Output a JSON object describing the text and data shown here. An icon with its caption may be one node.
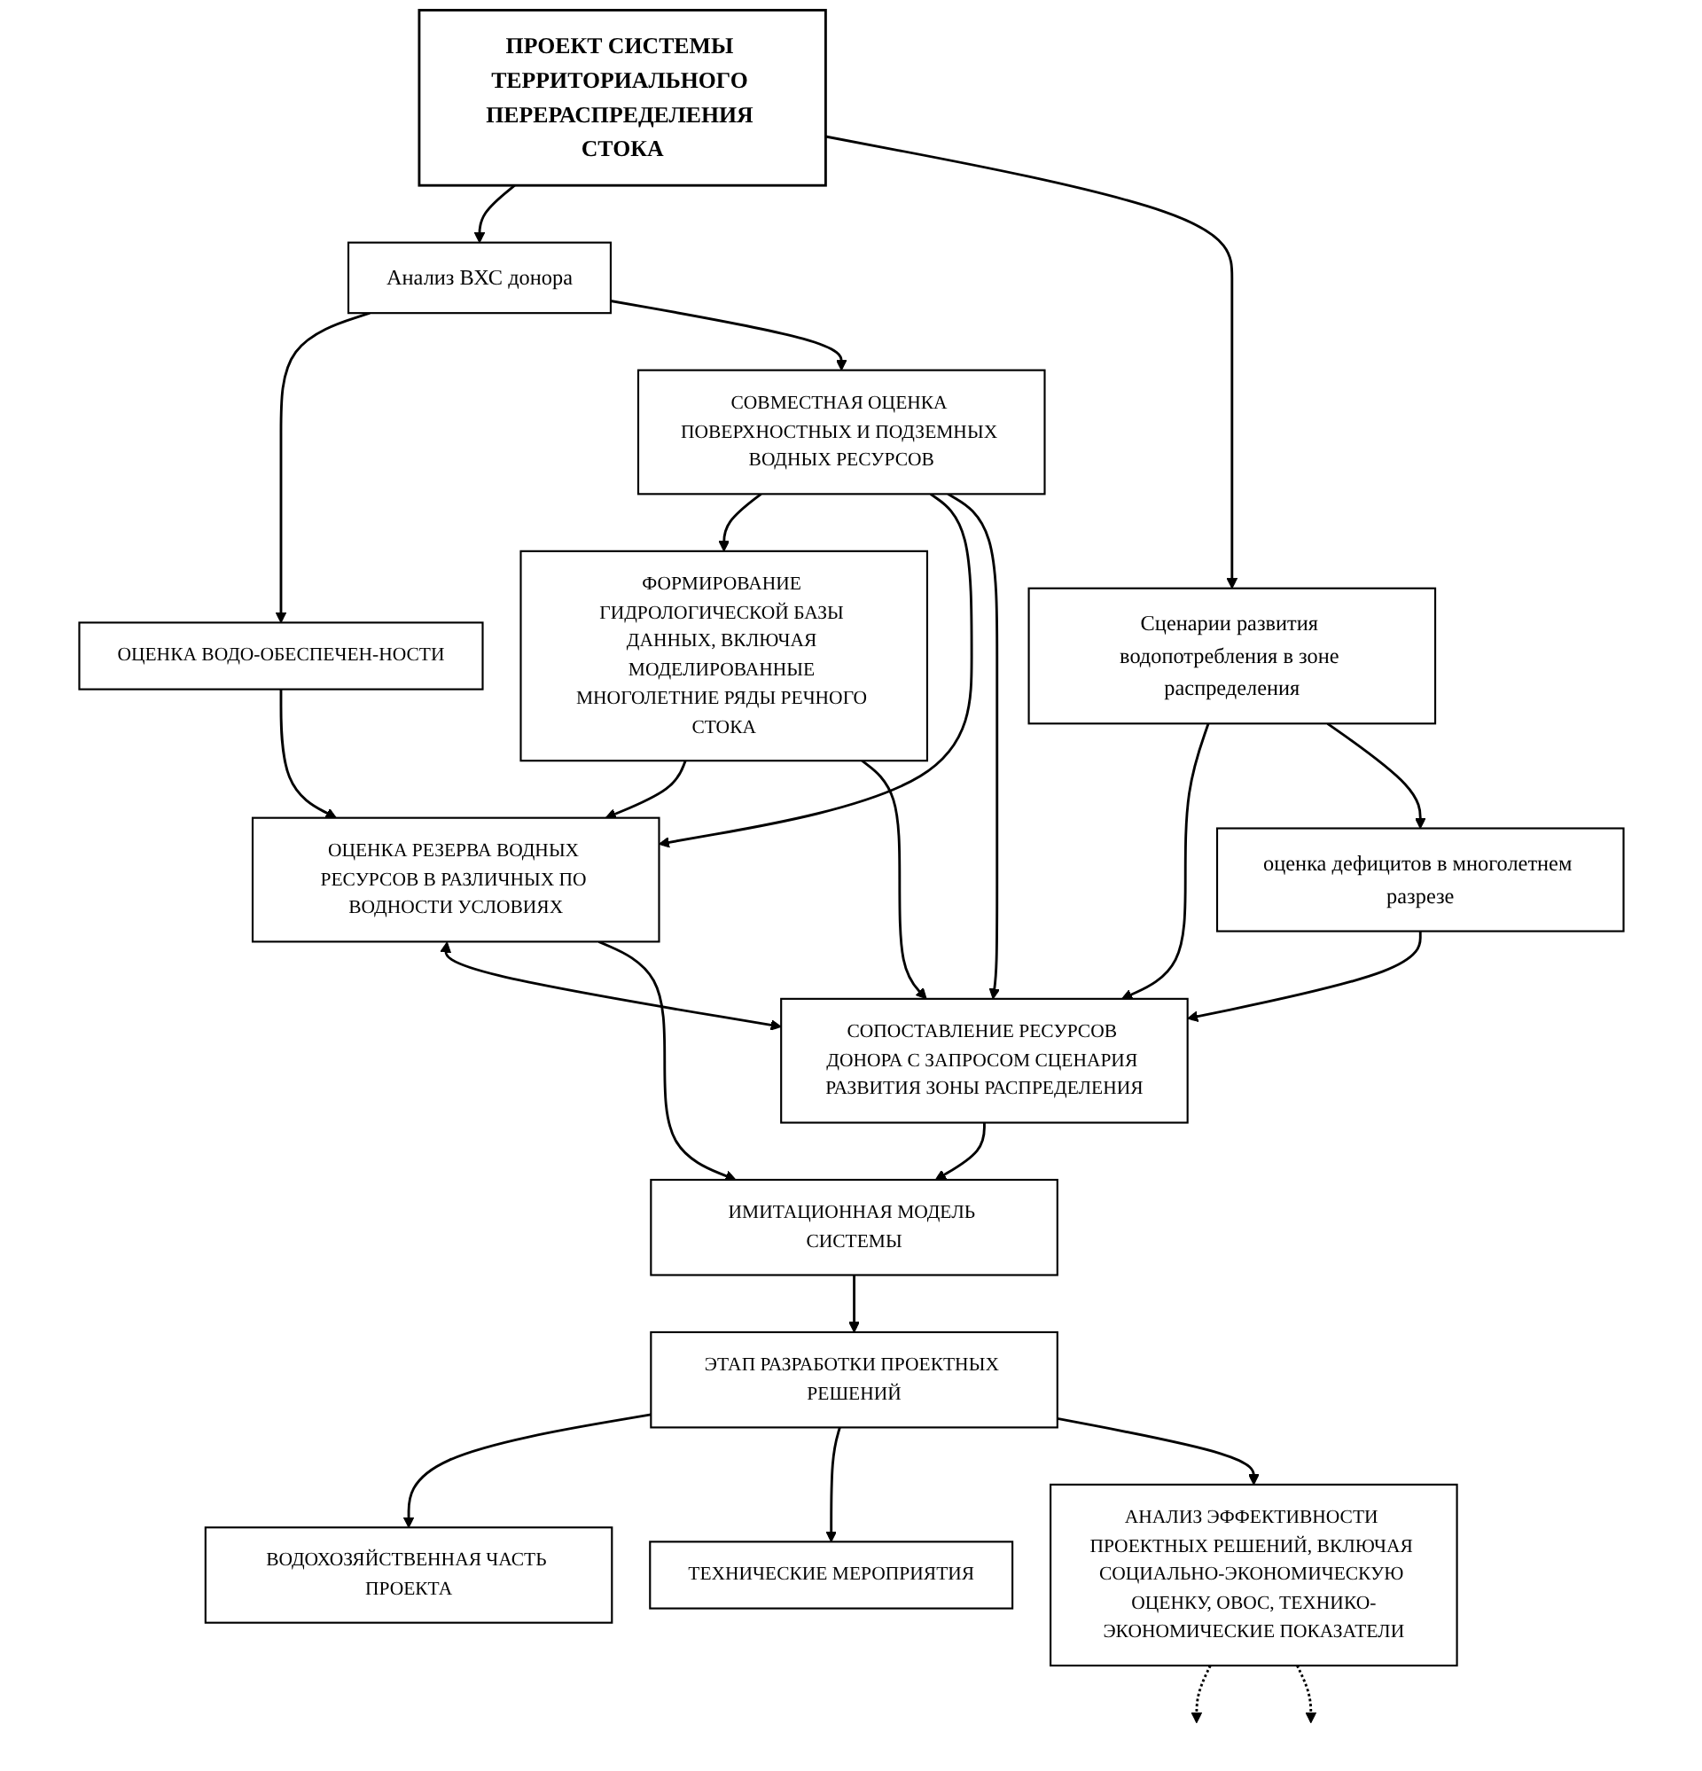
{
  "diagram": {
    "nodes": [
      {
        "text": [
          "ПРОЕКТ СИСТЕМЫ ТЕРРИТОРИАЛЬНОГО ПЕРЕРАСПРЕДЕЛЕНИЯ СТОКА"
        ]
      },
      {
        "text": [
          "Анализ ВХС донора"
        ]
      },
      {
        "text": [
          "Сценарии развития водопотребления в зоне распределения"
        ]
      },
      {
        "text": [
          "ОЦЕНКА ВОДО-ОБЕСПЕЧЕН-НОСТИ"
        ]
      },
      {
        "text": [
          "СОВМЕСТНАЯ ОЦЕНКА ПОВЕРХНОСТНЫХ И ПОДЗЕМНЫХ ВОДНЫХ РЕСУРСОВ"
        ]
      },
      {
        "text": [
          "оценка дефицитов в многолетнем разрезе"
        ]
      },
      {
        "text": [
          "ФОРМИРОВАНИЕ ГИДРОЛОГИЧЕСКОЙ БАЗЫ ДАННЫХ, ВКЛЮЧАЯ МОДЕЛИРОВАННЫЕ МНОГОЛЕТНИЕ РЯДЫ РЕЧНОГО СТОКА"
        ]
      },
      {
        "text": [
          "ОЦЕНКА РЕЗЕРВА ВОДНЫХ РЕСУРСОВ В РАЗЛИЧНЫХ ПО ВОДНОСТИ УСЛОВИЯХ"
        ]
      },
      {
        "text": [
          "СОПОСТАВЛЕНИЕ РЕСУРСОВ ДОНОРА С ЗАПРОСОМ СЦЕНАРИЯ РАЗВИТИЯ ЗОНЫ РАСПРЕДЕЛЕНИЯ"
        ]
      },
      {
        "text": [
          "ИМИТАЦИОННАЯ МОДЕЛЬ СИСТЕМЫ"
        ]
      },
      {
        "text": [
          "ЭТАП РАЗРАБОТКИ ПРОЕКТНЫХ РЕШЕНИЙ"
        ]
      },
      {
        "text": [
          "ВОДОХОЗЯЙСТВЕННАЯ ЧАСТЬ ПРОЕКТА"
        ]
      },
      {
        "text": [
          "ТЕХНИЧЕСКИЕ МЕРОПРИЯТИЯ"
        ]
      },
      {
        "text": [
          "АНАЛИЗ ЭФФЕКТИВНОСТИ ПРОЕКТНЫХ РЕШЕНИЙ, ВКЛЮЧАЯ СОЦИАЛЬНО-ЭКОНОМИЧЕСКУЮ ОЦЕНКУ, ОВОС, ТЕХНИКО-ЭКОНОМИЧЕСКИЕ ПОКАЗАТЕЛИ"
        ]
      }
    ],
    "edges": [
      {
        "from": 0,
        "to": 1,
        "arrow": "to"
      },
      {
        "from": 0,
        "to": 2,
        "arrow": "to"
      },
      {
        "from": 1,
        "to": 3,
        "arrow": "to"
      },
      {
        "from": 1,
        "to": 4,
        "arrow": "to"
      },
      {
        "from": 2,
        "to": 8,
        "arrow": "to"
      },
      {
        "from": 2,
        "to": 5,
        "arrow": "to"
      },
      {
        "from": 4,
        "to": 6,
        "arrow": "to"
      },
      {
        "from": 4,
        "to": 7,
        "arrow": "to"
      },
      {
        "from": 4,
        "to": 8,
        "arrow": "to"
      },
      {
        "from": 6,
        "to": 7,
        "arrow": "to"
      },
      {
        "from": 6,
        "to": 8,
        "arrow": "to"
      },
      {
        "from": 5,
        "to": 8,
        "arrow": "to"
      },
      {
        "from": 3,
        "to": 7,
        "arrow": "to"
      },
      {
        "from": 7,
        "to": 8,
        "arrow": "both"
      },
      {
        "from": 7,
        "to": 9,
        "arrow": "to"
      },
      {
        "from": 8,
        "to": 9,
        "arrow": "to"
      },
      {
        "from": 9,
        "to": 10,
        "arrow": "to"
      },
      {
        "from": 10,
        "to": 11,
        "arrow": "to"
      },
      {
        "from": 10,
        "to": 12,
        "arrow": "to"
      },
      {
        "from": 10,
        "to": 13,
        "arrow": "to"
      },
      {
        "from": 13,
        "to": null,
        "arrow": "to",
        "style": "dashed"
      },
      {
        "from": 13,
        "to": null,
        "arrow": "to",
        "style": "dashed"
      }
    ]
  }
}
